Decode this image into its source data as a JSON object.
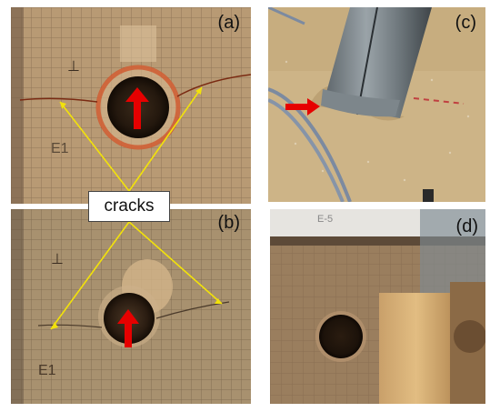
{
  "panels": {
    "a": {
      "label": "(a)"
    },
    "b": {
      "label": "(b)"
    },
    "c": {
      "label": "(c)"
    },
    "d": {
      "label": "(d)"
    }
  },
  "annotation": {
    "text": "cracks"
  },
  "colors": {
    "wood_a": "#b89a74",
    "wood_b": "#a8916f",
    "floor_c": "#cdb487",
    "panel_d": "#9a7e5e",
    "arrow": "#e60000",
    "pointer": "#f2e20a"
  },
  "icons": [
    "red-up-arrow",
    "red-right-arrow",
    "yellow-pointer-line"
  ]
}
